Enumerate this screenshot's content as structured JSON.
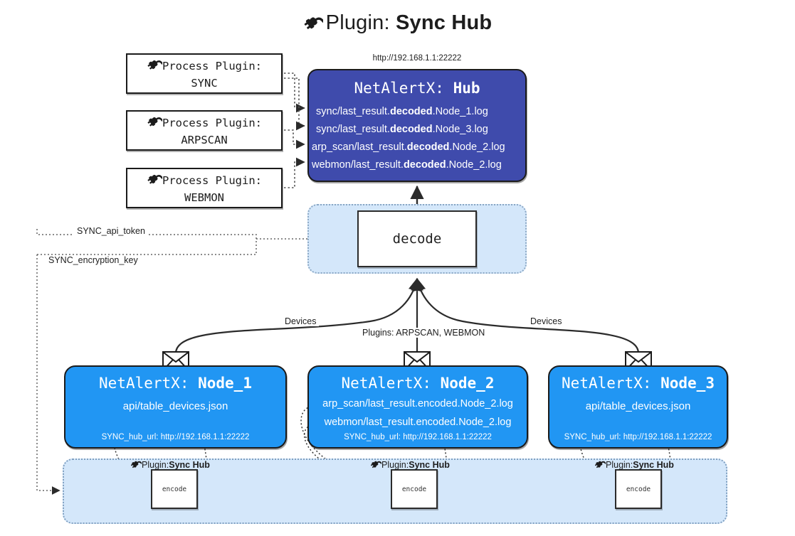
{
  "title": {
    "icon": "plug-icon",
    "lead": "Plugin: ",
    "strong": "Sync Hub"
  },
  "hub": {
    "url_caption": "http://192.168.1.1:22222",
    "title_prefix": "NetAlertX: ",
    "title_name": "Hub",
    "logs": [
      {
        "pre": "sync/last_result.",
        "mid": "decoded",
        "post": ".Node_1.log"
      },
      {
        "pre": "sync/last_result.",
        "mid": "decoded",
        "post": ".Node_3.log"
      },
      {
        "pre": "arp_scan/last_result.",
        "mid": "decoded",
        "post": ".Node_2.log"
      },
      {
        "pre": "webmon/last_result.",
        "mid": "decoded",
        "post": ".Node_2.log"
      }
    ]
  },
  "process_plugins": [
    {
      "icon": "plug-icon",
      "line1": "Process Plugin:",
      "line2": "SYNC"
    },
    {
      "icon": "plug-icon",
      "line1": "Process Plugin:",
      "line2": "ARPSCAN"
    },
    {
      "icon": "plug-icon",
      "line1": "Process Plugin:",
      "line2": "WEBMON"
    }
  ],
  "decode": {
    "label": "decode"
  },
  "edge_labels": {
    "api_token": "SYNC_api_token",
    "encryption_key": "SYNC_encryption_key",
    "devices_left": "Devices",
    "devices_right": "Devices",
    "plugins_center": "Plugins: ARPSCAN, WEBMON"
  },
  "nodes": [
    {
      "title_prefix": "NetAlertX: ",
      "title_name": "Node_1",
      "lines": [
        "api/table_devices.json"
      ],
      "footer": "SYNC_hub_url: http://192.168.1.1:22222",
      "envelope_icon": "envelope-icon"
    },
    {
      "title_prefix": "NetAlertX: ",
      "title_name": "Node_2",
      "lines": [
        "arp_scan/last_result.encoded.Node_2.log",
        "webmon/last_result.encoded.Node_2.log"
      ],
      "footer": "SYNC_hub_url: http://192.168.1.1:22222",
      "envelope_icon": "envelope-icon"
    },
    {
      "title_prefix": "NetAlertX: ",
      "title_name": "Node_3",
      "lines": [
        "api/table_devices.json"
      ],
      "footer": "SYNC_hub_url: http://192.168.1.1:22222",
      "envelope_icon": "envelope-icon"
    }
  ],
  "encoders": [
    {
      "icon": "plug-icon",
      "label_lead": "Plugin: ",
      "label_strong": "Sync Hub",
      "box_label": "encode"
    },
    {
      "icon": "plug-icon",
      "label_lead": "Plugin: ",
      "label_strong": "Sync Hub",
      "box_label": "encode"
    },
    {
      "icon": "plug-icon",
      "label_lead": "Plugin: ",
      "label_strong": "Sync Hub",
      "box_label": "encode"
    }
  ],
  "colors": {
    "hub_fill": "#3f4bac",
    "node_fill": "#2196f3",
    "panel_fill": "#d4e7fa",
    "stroke": "#1b1b1b",
    "background": "#ffffff"
  }
}
